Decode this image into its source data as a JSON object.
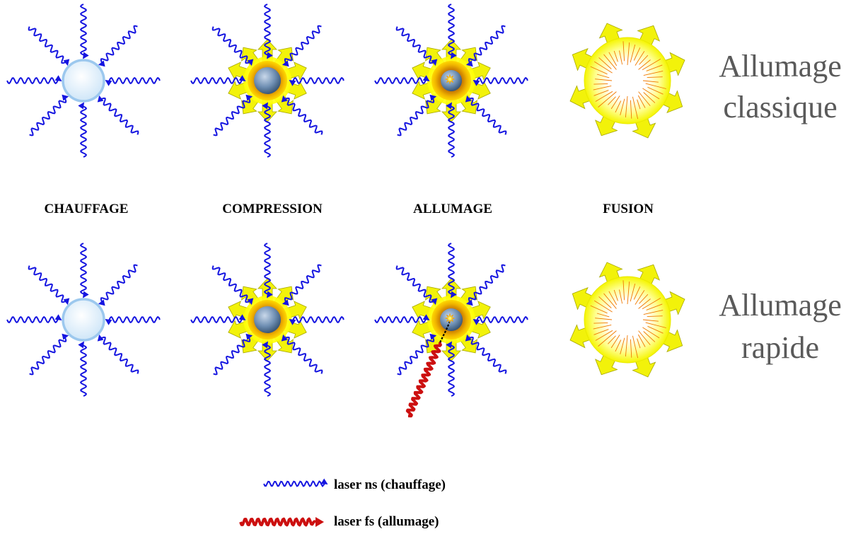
{
  "stage_labels": [
    "CHAUFFAGE",
    "COMPRESSION",
    "ALLUMAGE",
    "FUSION"
  ],
  "rows": [
    {
      "label_line1": "Allumage",
      "label_line2": "classique"
    },
    {
      "label_line1": "Allumage",
      "label_line2": "rapide"
    }
  ],
  "legend": {
    "ns_label": "laser ns (chauffage)",
    "fs_label": "laser fs (allumage)"
  },
  "colors": {
    "ns_laser": "#1515e0",
    "fs_laser": "#cc1010",
    "flare": "#f2f20a",
    "flare_dark": "#a8a800",
    "capsule_fill": "#dff0fc",
    "capsule_stroke": "#9cc8ee",
    "text_side": "#5a5a5a"
  }
}
